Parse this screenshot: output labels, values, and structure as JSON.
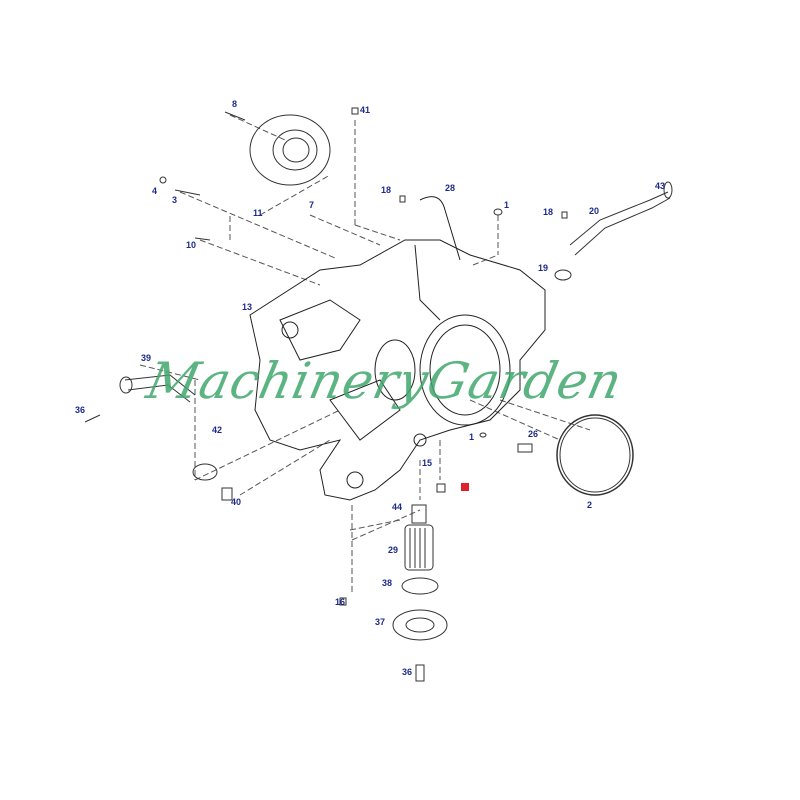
{
  "diagram": {
    "watermark": "MachineryGarden",
    "label_color": "#1d2a8a",
    "watermark_color": "#3fa86c",
    "marker_color": "#e0202a",
    "callouts": [
      "8",
      "41",
      "4",
      "3",
      "18",
      "28",
      "1",
      "43",
      "11",
      "7",
      "18",
      "20",
      "10",
      "19",
      "13",
      "39",
      "36",
      "42",
      "1",
      "26",
      "15",
      "40",
      "44",
      "2",
      "29",
      "38",
      "16",
      "37",
      "36"
    ]
  }
}
